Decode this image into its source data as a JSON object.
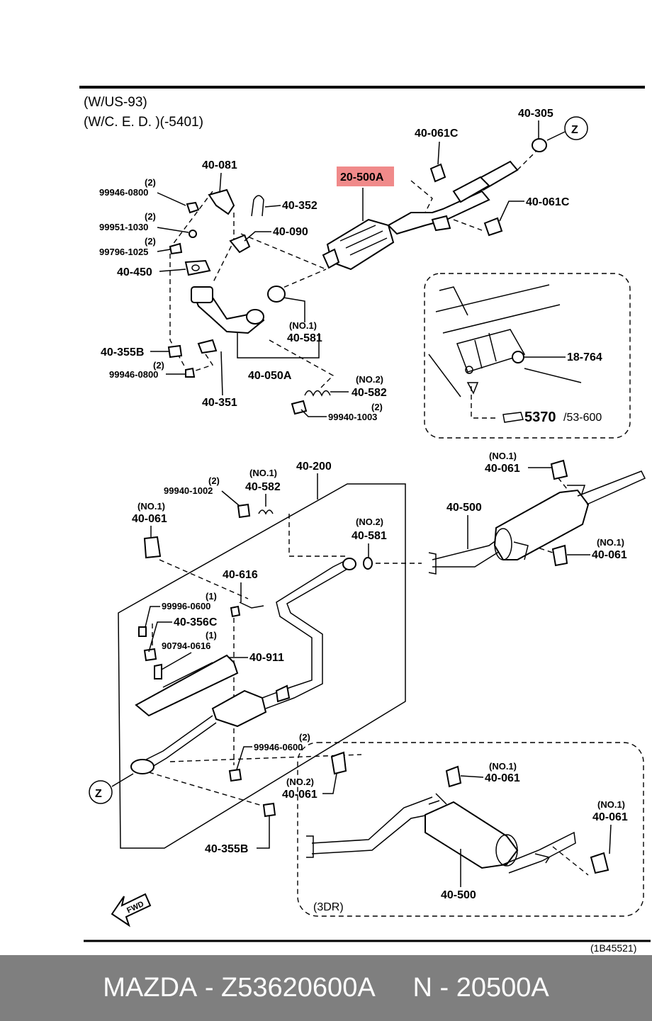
{
  "header": {
    "line1": "(W/US-93)",
    "line2": "(W/C. E. D. )(-5401)"
  },
  "highlight_color": "#f08a8a",
  "callouts": {
    "z_top": "Z",
    "z_left": "Z",
    "p40_305": "40-305",
    "p40_061C_a": "40-061C",
    "p40_061C_b": "40-061C",
    "p20_500A": "20-500A",
    "p40_081": "40-081",
    "q99946_0800_a": "(2)",
    "p99946_0800_a": "99946-0800",
    "p40_352": "40-352",
    "q99951_1030": "(2)",
    "p99951_1030": "99951-1030",
    "p40_090": "40-090",
    "q99796_1025": "(2)",
    "p99796_1025": "99796-1025",
    "p40_450": "40-450",
    "q40_581a": "(NO.1)",
    "p40_581a": "40-581",
    "p40_355B_a": "40-355B",
    "q99946_0800_b": "(2)",
    "p99946_0800_b": "99946-0800",
    "p40_050A": "40-050A",
    "q40_582a": "(NO.2)",
    "p40_582a": "40-582",
    "p40_351": "40-351",
    "q99940_1003": "(2)",
    "p99940_1003": "99940-1003",
    "p18_764": "18-764",
    "ref_main": "5370",
    "ref_sub": "/53-600",
    "p40_200": "40-200",
    "q99940_1002": "(2)",
    "p99940_1002": "99940-1002",
    "q40_582b": "(NO.1)",
    "p40_582b": "40-582",
    "q40_061_a": "(NO.1)",
    "p40_061_a": "40-061",
    "q40_581b": "(NO.2)",
    "p40_581b": "40-581",
    "p40_616": "40-616",
    "q99996_0600": "(1)",
    "p99996_0600": "99996-0600",
    "p40_356C": "40-356C",
    "q90794_0616": "(1)",
    "p90794_0616": "90794-0616",
    "p40_911": "40-911",
    "q99946_0600": "(2)",
    "p99946_0600": "99946-0600",
    "q40_061_b": "(NO.2)",
    "p40_061_b": "40-061",
    "p40_355B_b": "40-355B",
    "q40_061_c": "(NO.1)",
    "p40_061_c": "40-061",
    "p40_500_a": "40-500",
    "q40_061_d": "(NO.1)",
    "p40_061_d": "40-061",
    "q40_061_e": "(NO.1)",
    "p40_061_e": "40-061",
    "q40_061_f": "(NO.1)",
    "p40_061_f": "40-061",
    "p40_500_b": "40-500",
    "variant_3dr": "(3DR)",
    "fwd": "FWD",
    "doc_code": "(1B45521)"
  },
  "footer": {
    "brand": "MAZDA",
    "sep1": " - ",
    "part_number": "Z53620600A",
    "gap": "     ",
    "ref_prefix": "N",
    "sep2": " - ",
    "ref_number": "20500A"
  }
}
